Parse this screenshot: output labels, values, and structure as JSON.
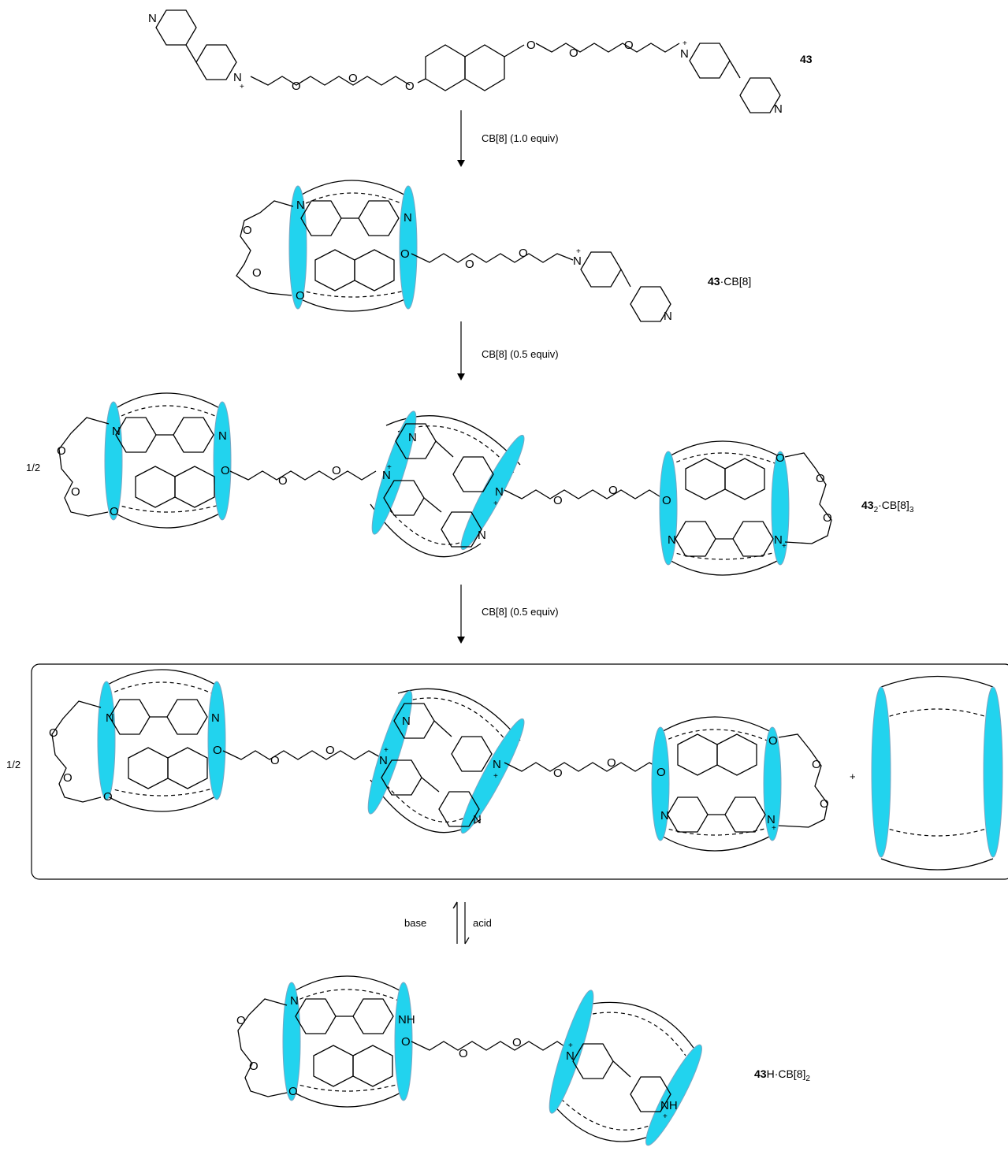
{
  "compounds": {
    "c1": {
      "num": "43",
      "suffix": ""
    },
    "c2": {
      "num": "43",
      "suffix": "·CB[8]"
    },
    "c3": {
      "num": "43",
      "sub": "2",
      "suffix": "·CB[8]",
      "sub2": "3"
    },
    "c4": {
      "num": "43",
      "suffix": "H·CB[8]",
      "sub": "2"
    }
  },
  "steps": {
    "step1": "CB[8] (1.0 equiv)",
    "step2": "CB[8] (0.5 equiv)",
    "step3": "CB[8] (0.5 equiv)",
    "base": "base",
    "acid": "acid"
  },
  "coefficients": {
    "half_a": "1/2",
    "half_b": "1/2",
    "plus": "+"
  },
  "atoms": {
    "N": "N",
    "O": "O",
    "NH": "NH",
    "plus": "+"
  },
  "colors": {
    "portal": "#22d3ee",
    "portal_edge": "#7aa6c2",
    "ink": "#000000"
  }
}
